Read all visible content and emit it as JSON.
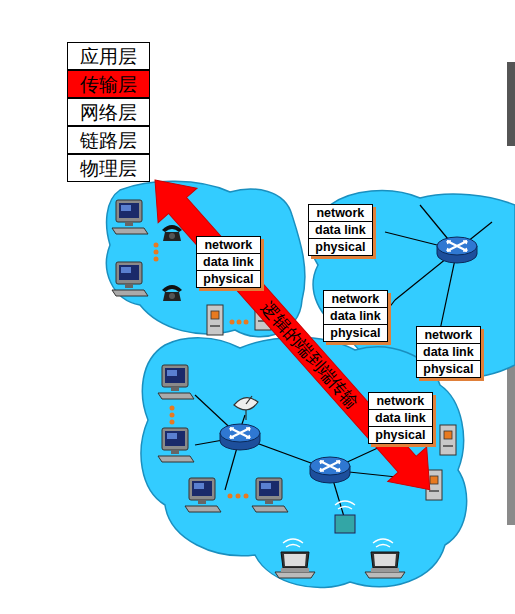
{
  "diagram": {
    "nodes": [
      {
        "text": [
          "应用层"
        ]
      },
      {
        "text": [
          "传输层"
        ]
      },
      {
        "text": [
          "网络层"
        ]
      },
      {
        "text": [
          "链路层"
        ]
      },
      {
        "text": [
          "物理层"
        ]
      },
      {
        "text": [
          "network",
          "data link",
          "physical"
        ]
      },
      {
        "text": [
          "network",
          "data link",
          "physical"
        ]
      },
      {
        "text": [
          "network",
          "data link",
          "physical"
        ]
      },
      {
        "text": [
          "network",
          "data link",
          "physical"
        ]
      },
      {
        "text": [
          "network",
          "data link",
          "physical"
        ]
      }
    ],
    "labels": [
      "逻辑的端到端传输"
    ]
  }
}
